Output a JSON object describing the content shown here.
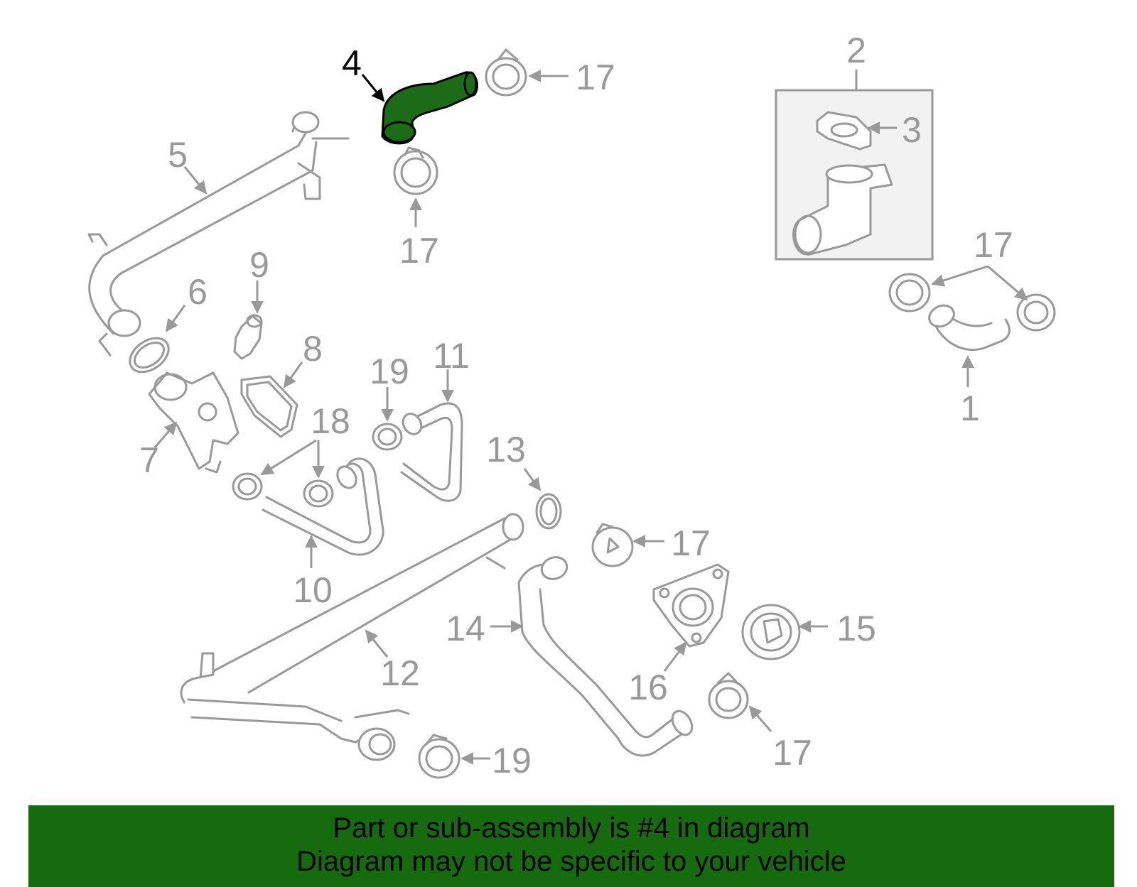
{
  "banner": {
    "line1": "Part or sub-assembly is #4 in diagram",
    "line2": "Diagram may not be specific to your vehicle"
  },
  "highlight": {
    "part_number": "4",
    "color": "#1c6b16",
    "banner_color": "#166b0f"
  },
  "callouts": {
    "c1": "1",
    "c2": "2",
    "c3": "3",
    "c4": "4",
    "c5": "5",
    "c6": "6",
    "c7": "7",
    "c8": "8",
    "c9": "9",
    "c10": "10",
    "c11": "11",
    "c12": "12",
    "c13": "13",
    "c14": "14",
    "c15": "15",
    "c16": "16",
    "c17a": "17",
    "c17b": "17",
    "c17c": "17",
    "c17d": "17",
    "c17e": "17",
    "c18": "18",
    "c19a": "19",
    "c19b": "19"
  }
}
